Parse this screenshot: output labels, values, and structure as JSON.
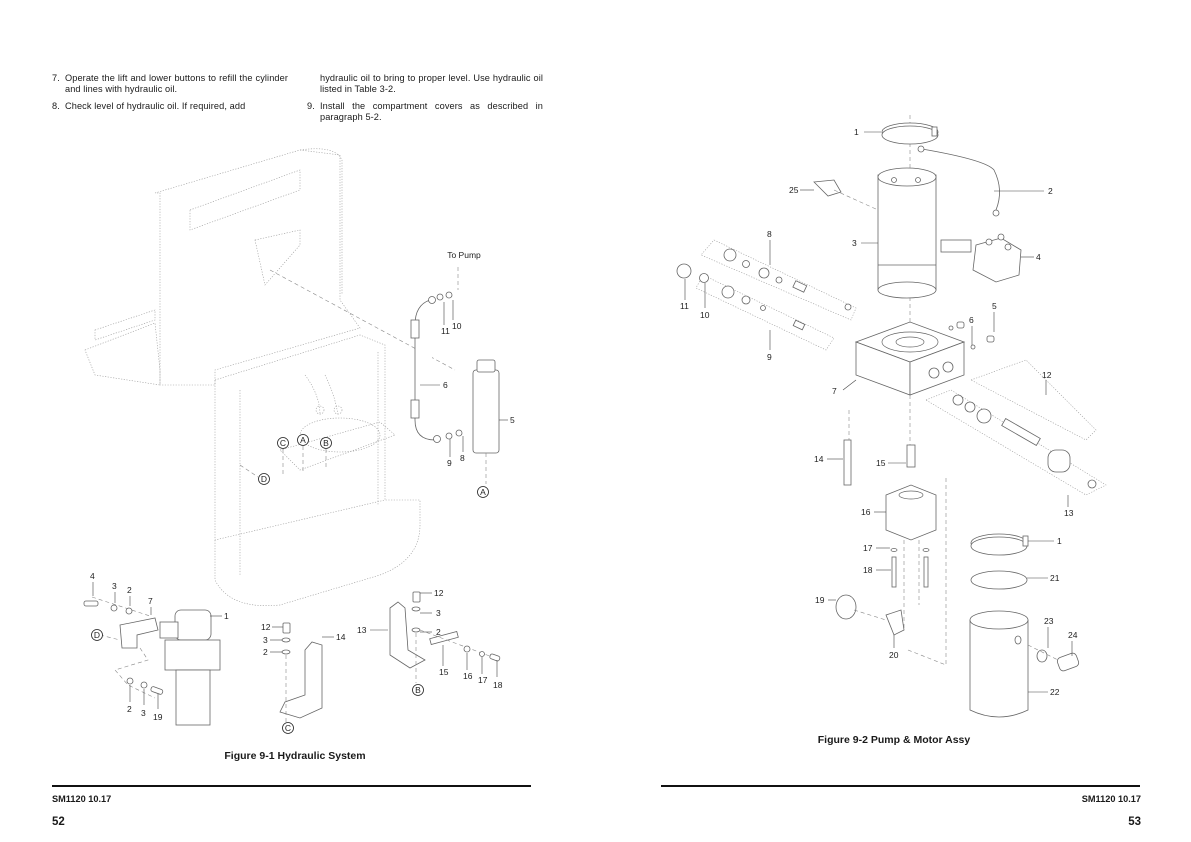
{
  "left_page": {
    "steps": [
      {
        "num": "7.",
        "text": "Operate the lift and lower buttons to refill the cylinder and lines with hydraulic oil."
      },
      {
        "num": "8.",
        "text": "Check level of hydraulic oil. If required, add hydraulic oil to bring to proper level. Use hydraulic oil listed in Table 3-2."
      },
      {
        "num": "9.",
        "text": "Install the compartment covers as described in paragraph 5-2."
      }
    ],
    "step8_line1": "Check level of hydraulic oil. If required, add",
    "step8_line2": "hydraulic oil to bring to proper level. Use hydraulic oil listed in Table 3-2.",
    "figure": {
      "caption": "Figure 9-1 Hydraulic System",
      "to_pump_label": "To Pump",
      "detail_markers": [
        "A",
        "B",
        "C",
        "D"
      ],
      "callouts": [
        "1",
        "2",
        "3",
        "4",
        "5",
        "6",
        "7",
        "8",
        "9",
        "10",
        "11",
        "12",
        "13",
        "14",
        "15",
        "16",
        "17",
        "18",
        "19"
      ]
    },
    "footer": {
      "doc_id": "SM1120 10.17",
      "page_number": "52"
    }
  },
  "right_page": {
    "figure": {
      "caption": "Figure 9-2 Pump & Motor Assy",
      "callouts": [
        "1",
        "2",
        "3",
        "4",
        "5",
        "6",
        "7",
        "8",
        "9",
        "10",
        "11",
        "12",
        "13",
        "14",
        "15",
        "16",
        "17",
        "18",
        "19",
        "20",
        "21",
        "22",
        "23",
        "24",
        "25"
      ]
    },
    "footer": {
      "doc_id": "SM1120 10.17",
      "page_number": "53"
    }
  }
}
